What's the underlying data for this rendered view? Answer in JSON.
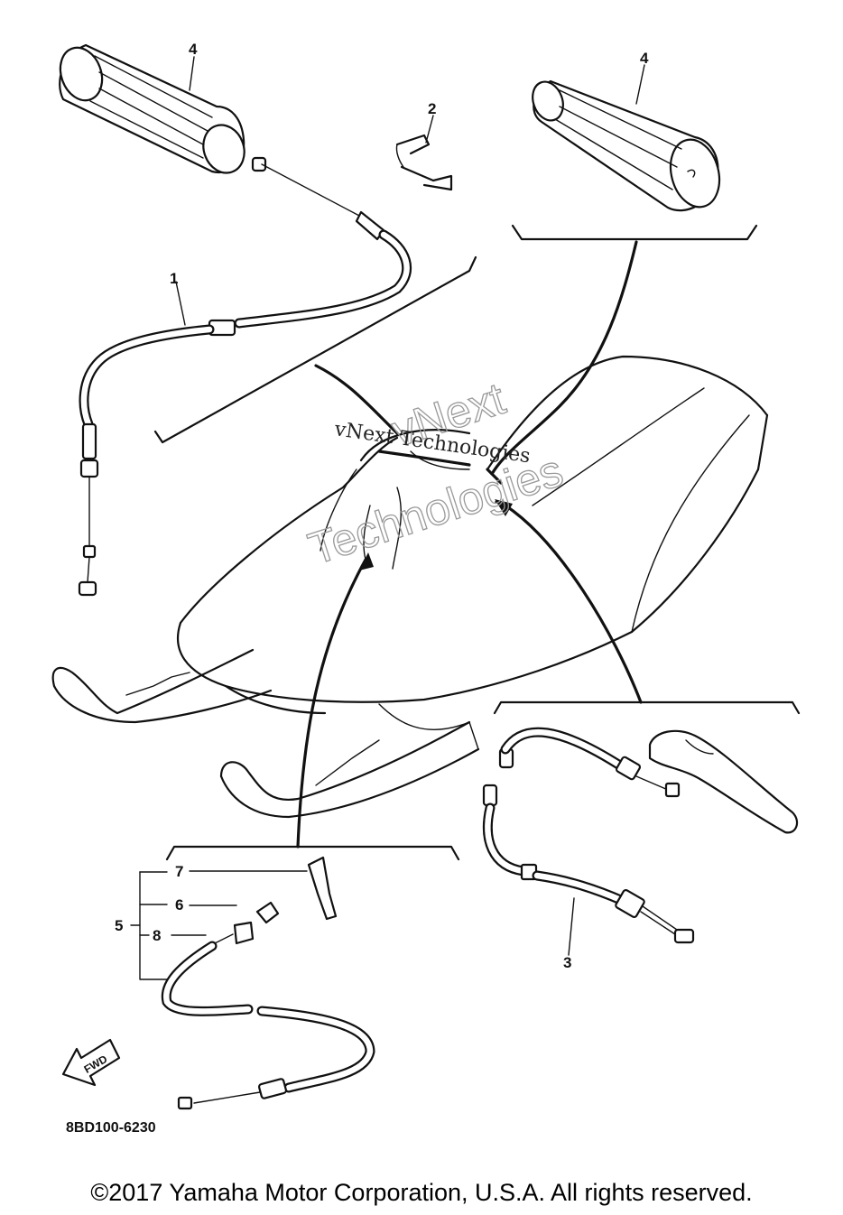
{
  "diagram": {
    "callouts": [
      {
        "id": "callout-4-left",
        "label": "4"
      },
      {
        "id": "callout-4-right",
        "label": "4"
      },
      {
        "id": "callout-2",
        "label": "2"
      },
      {
        "id": "callout-1",
        "label": "1"
      },
      {
        "id": "callout-3",
        "label": "3"
      },
      {
        "id": "callout-7",
        "label": "7"
      },
      {
        "id": "callout-6",
        "label": "6"
      },
      {
        "id": "callout-5",
        "label": "5"
      },
      {
        "id": "callout-8",
        "label": "8"
      }
    ],
    "fwd_label": "FWD",
    "part_code": "8BD100-6230"
  },
  "watermark": {
    "line_small": "vNext Technologies",
    "outline_top": "vNext",
    "outline_bottom": "Technologies"
  },
  "footer": {
    "copyright": "©2017 Yamaha Motor Corporation, U.S.A. All rights reserved."
  }
}
